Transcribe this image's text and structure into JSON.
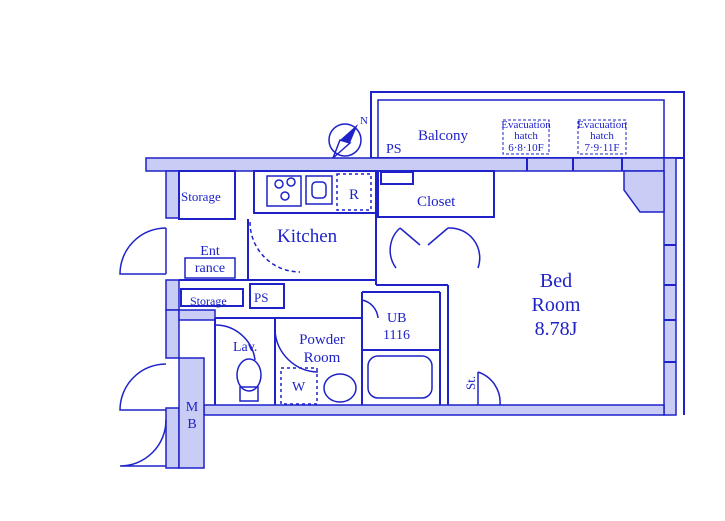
{
  "colors": {
    "wall": "#1e22c8",
    "wall_fill": "#c9cdf6",
    "background": "#ffffff"
  },
  "compass": {
    "label": "N",
    "icon": "north-arrow-icon"
  },
  "rooms": {
    "balcony": "Balcony",
    "ps_top": "PS",
    "evac_1": {
      "line1": "Evacuation",
      "line2": "hatch",
      "line3": "6·8·10F"
    },
    "evac_2": {
      "line1": "Evacuation",
      "line2": "hatch",
      "line3": "7·9·11F"
    },
    "storage_top": "Storage",
    "kitchen": "Kitchen",
    "fridge": "R",
    "closet": "Closet",
    "entrance": {
      "line1": "Ent",
      "line2": "rance"
    },
    "storage_bottom": "Storage",
    "ps_mid": "PS",
    "bedroom": {
      "line1": "Bed",
      "line2": "Room",
      "line3": "8.78J"
    },
    "ub": {
      "line1": "UB",
      "line2": "1116"
    },
    "powder": {
      "line1": "Powder",
      "line2": "Room"
    },
    "washer": "W",
    "lav": "Lav.",
    "st": "St.",
    "mb": {
      "line1": "M",
      "line2": "B"
    }
  }
}
